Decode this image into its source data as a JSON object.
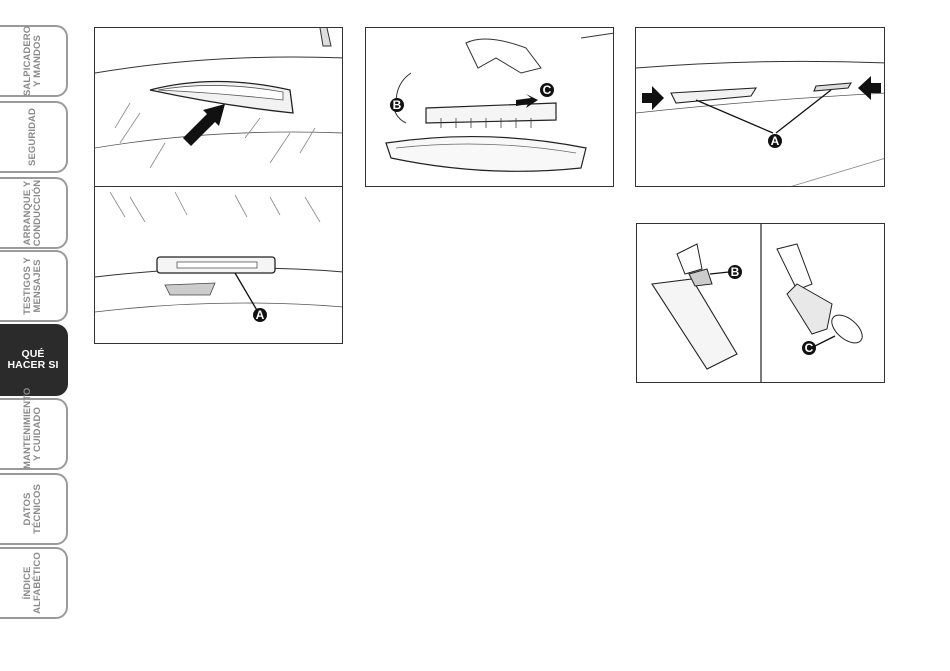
{
  "side_tabs": [
    {
      "label": "SALPICADERO\nY MANDOS",
      "active": false
    },
    {
      "label": "SEGURIDAD",
      "active": false
    },
    {
      "label": "ARRANQUE Y\nCONDUCCIÓN",
      "active": false
    },
    {
      "label": "TESTIGOS Y\nMENSAJES",
      "active": false
    },
    {
      "label": "QUÉ\nHACER SI",
      "active": true
    },
    {
      "label": "MANTENIMIENTO\nY CUIDADO",
      "active": false
    },
    {
      "label": "DATOS\nTÉCNICOS",
      "active": false
    },
    {
      "label": "ÍNDICE\nALFABÉTICO",
      "active": false
    }
  ],
  "figures": {
    "fig1_top": {
      "labels": []
    },
    "fig1_bottom": {
      "labels": [
        "A"
      ]
    },
    "fig2": {
      "labels": [
        "B",
        "C"
      ]
    },
    "fig3": {
      "labels": [
        "A"
      ]
    },
    "fig4": {
      "labels": [
        "B",
        "C"
      ]
    }
  },
  "colors": {
    "tab_border": "#9a9a9a",
    "tab_active": "#2b2b2b",
    "line": "#333333"
  }
}
